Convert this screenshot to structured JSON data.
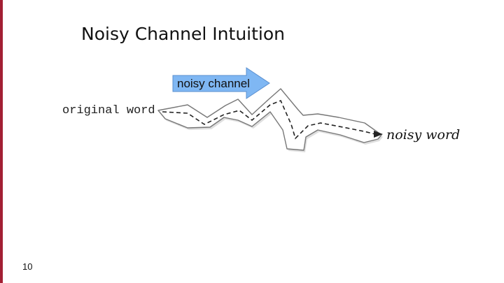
{
  "slide": {
    "title": "Noisy Channel Intuition",
    "page_number": "10",
    "accent_color": "#a31f34"
  },
  "diagram": {
    "source_label": "original word",
    "channel_label": "noisy channel",
    "output_label": "noisy word",
    "channel_arrow_color": "#7fb7f3",
    "wave_fill_color": "#ffffff",
    "wave_outline_color": "#777777"
  }
}
